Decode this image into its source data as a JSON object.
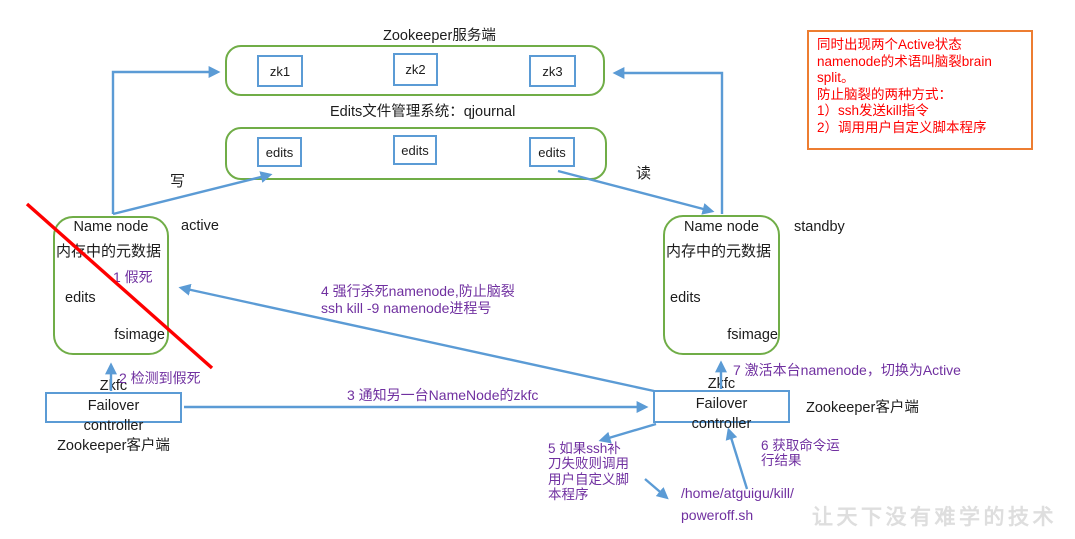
{
  "palette": {
    "blue": "#5b9bd5",
    "green": "#70ad47",
    "purple": "#7030a0",
    "red": "#fe0000",
    "orange": "#ed7d31"
  },
  "zookeeper": {
    "title": "Zookeeper服务端",
    "nodes": [
      "zk1",
      "zk2",
      "zk3"
    ]
  },
  "qjournal": {
    "title": "Edits文件管理系统：qjournal",
    "nodes": [
      "edits",
      "edits",
      "edits"
    ]
  },
  "namenode_active": {
    "title": "Name node",
    "memory": "内存中的元数据",
    "edits": "edits",
    "fsimage": "fsimage",
    "state": "active"
  },
  "namenode_standby": {
    "title": "Name node",
    "memory": "内存中的元数据",
    "edits": "edits",
    "fsimage": "fsimage",
    "state": "standby"
  },
  "zkfc_left": {
    "label": "Zkfc\nFailover\ncontroller",
    "client": "Zookeeper客户端"
  },
  "zkfc_right": {
    "label": "Zkfc\nFailover\ncontroller",
    "client": "Zookeeper客户端"
  },
  "edge_labels": {
    "write": "写",
    "read": "读"
  },
  "annotations": {
    "step1": "1 假死",
    "step2": "2 检测到假死",
    "step3": "3 通知另一台NameNode的zkfc",
    "step4": "4 强行杀死namenode,防止脑裂\nssh kill -9 namenode进程号",
    "step5": "5 如果ssh补\n刀失败则调用\n用户自定义脚\n本程序",
    "step6": "6 获取命令运\n行结果",
    "step7": "7 激活本台namenode，切换为Active",
    "script_path": "/home/atguigu/kill/\npoweroff.sh"
  },
  "note": {
    "text": "同时出现两个Active状态\nnamenode的术语叫脑裂brain\nsplit。\n防止脑裂的两种方式：\n1）ssh发送kill指令\n2）调用用户自定义脚本程序"
  },
  "watermark": "让天下没有难学的技术"
}
